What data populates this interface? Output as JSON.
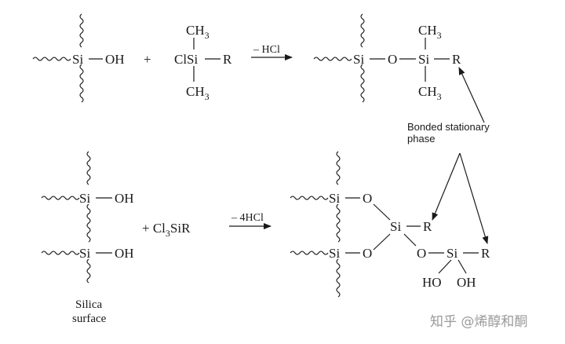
{
  "reaction1": {
    "reactant1": {
      "si": "Si",
      "oh": "OH"
    },
    "plus": "+",
    "reactant2": {
      "ch3_top": "CH",
      "ch3_top_sub": "3",
      "clsi": "ClSi",
      "r": "R",
      "ch3_bottom": "CH",
      "ch3_bottom_sub": "3"
    },
    "condition": "– HCl",
    "product": {
      "si1": "Si",
      "o": "O",
      "si2": "Si",
      "r": "R",
      "ch3_top": "CH",
      "ch3_top_sub": "3",
      "ch3_bottom": "CH",
      "ch3_bottom_sub": "3"
    }
  },
  "annotation": {
    "line1": "Bonded stationary",
    "line2": "phase"
  },
  "reaction2": {
    "reactant1": {
      "si_top": "Si",
      "oh_top": "OH",
      "si_bottom": "Si",
      "oh_bottom": "OH"
    },
    "plus": "+ Cl",
    "plus_sub": "3",
    "plus_tail": "SiR",
    "condition": "– 4HCl",
    "product": {
      "si_top": "Si",
      "o_top": "O",
      "si_bottom": "Si",
      "o_bottom": "O",
      "si_mid": "Si",
      "r_mid": "R",
      "o_link": "O",
      "si_right": "Si",
      "r_right": "R",
      "ho": "HO",
      "oh": "OH"
    }
  },
  "surface_label": {
    "line1": "Silica",
    "line2": "surface"
  },
  "watermark": "知乎 @烯醇和酮"
}
